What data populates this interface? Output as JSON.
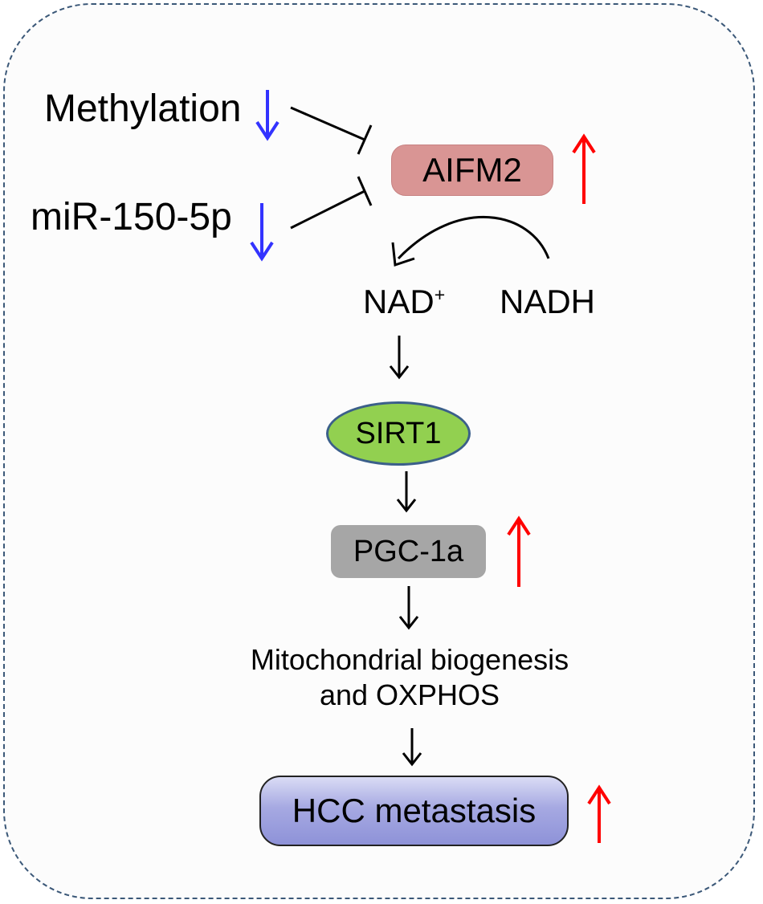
{
  "diagram": {
    "nodes": {
      "methylation": "Methylation",
      "mir": "miR-150-5p",
      "aifm2": "AIFM2",
      "nad": "NAD",
      "nad_sup": "+",
      "nadh": "NADH",
      "sirt1": "SIRT1",
      "pgc": "PGC-1a",
      "mito_line1": "Mitochondrial biogenesis",
      "mito_line2": "and OXPHOS",
      "hcc": "HCC metastasis"
    },
    "edges": [
      {
        "from": "methylation",
        "to": "aifm2",
        "type": "inhibition"
      },
      {
        "from": "mir",
        "to": "aifm2",
        "type": "inhibition"
      },
      {
        "from": "nadh",
        "to": "nad",
        "type": "conversion"
      },
      {
        "from": "nad",
        "to": "sirt1",
        "type": "activation"
      },
      {
        "from": "sirt1",
        "to": "pgc",
        "type": "activation"
      },
      {
        "from": "pgc",
        "to": "mito",
        "type": "activation"
      },
      {
        "from": "mito",
        "to": "hcc",
        "type": "activation"
      }
    ],
    "regulation": {
      "methylation": "down",
      "mir": "down",
      "aifm2": "up",
      "pgc": "up",
      "hcc": "up"
    },
    "colors": {
      "down_arrow": "#3333ff",
      "up_arrow": "#ff0000",
      "aifm2_fill": "#d99594",
      "sirt1_fill": "#92d050",
      "sirt1_border": "#3b5f8a",
      "pgc_fill": "#a6a6a6",
      "hcc_fill": "#a6a9e2",
      "frame_border": "#3b5878"
    }
  }
}
